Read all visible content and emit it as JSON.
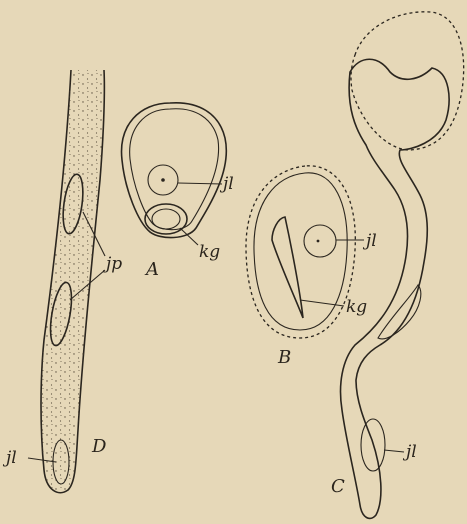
{
  "figure": {
    "labels": {
      "panel_a": "A",
      "panel_b": "B",
      "panel_c": "C",
      "panel_d": "D",
      "a_nucleus": "jl",
      "a_vegetative": "kg",
      "b_nucleus": "jl",
      "b_vegetative": "kg",
      "c_nucleus": "jl",
      "d_nuclei": "jp",
      "d_nucleus": "jl"
    },
    "colors": {
      "paper": "#e6d8b8",
      "ink": "#2b261f",
      "cell_fill": "#ddd0ae"
    }
  }
}
